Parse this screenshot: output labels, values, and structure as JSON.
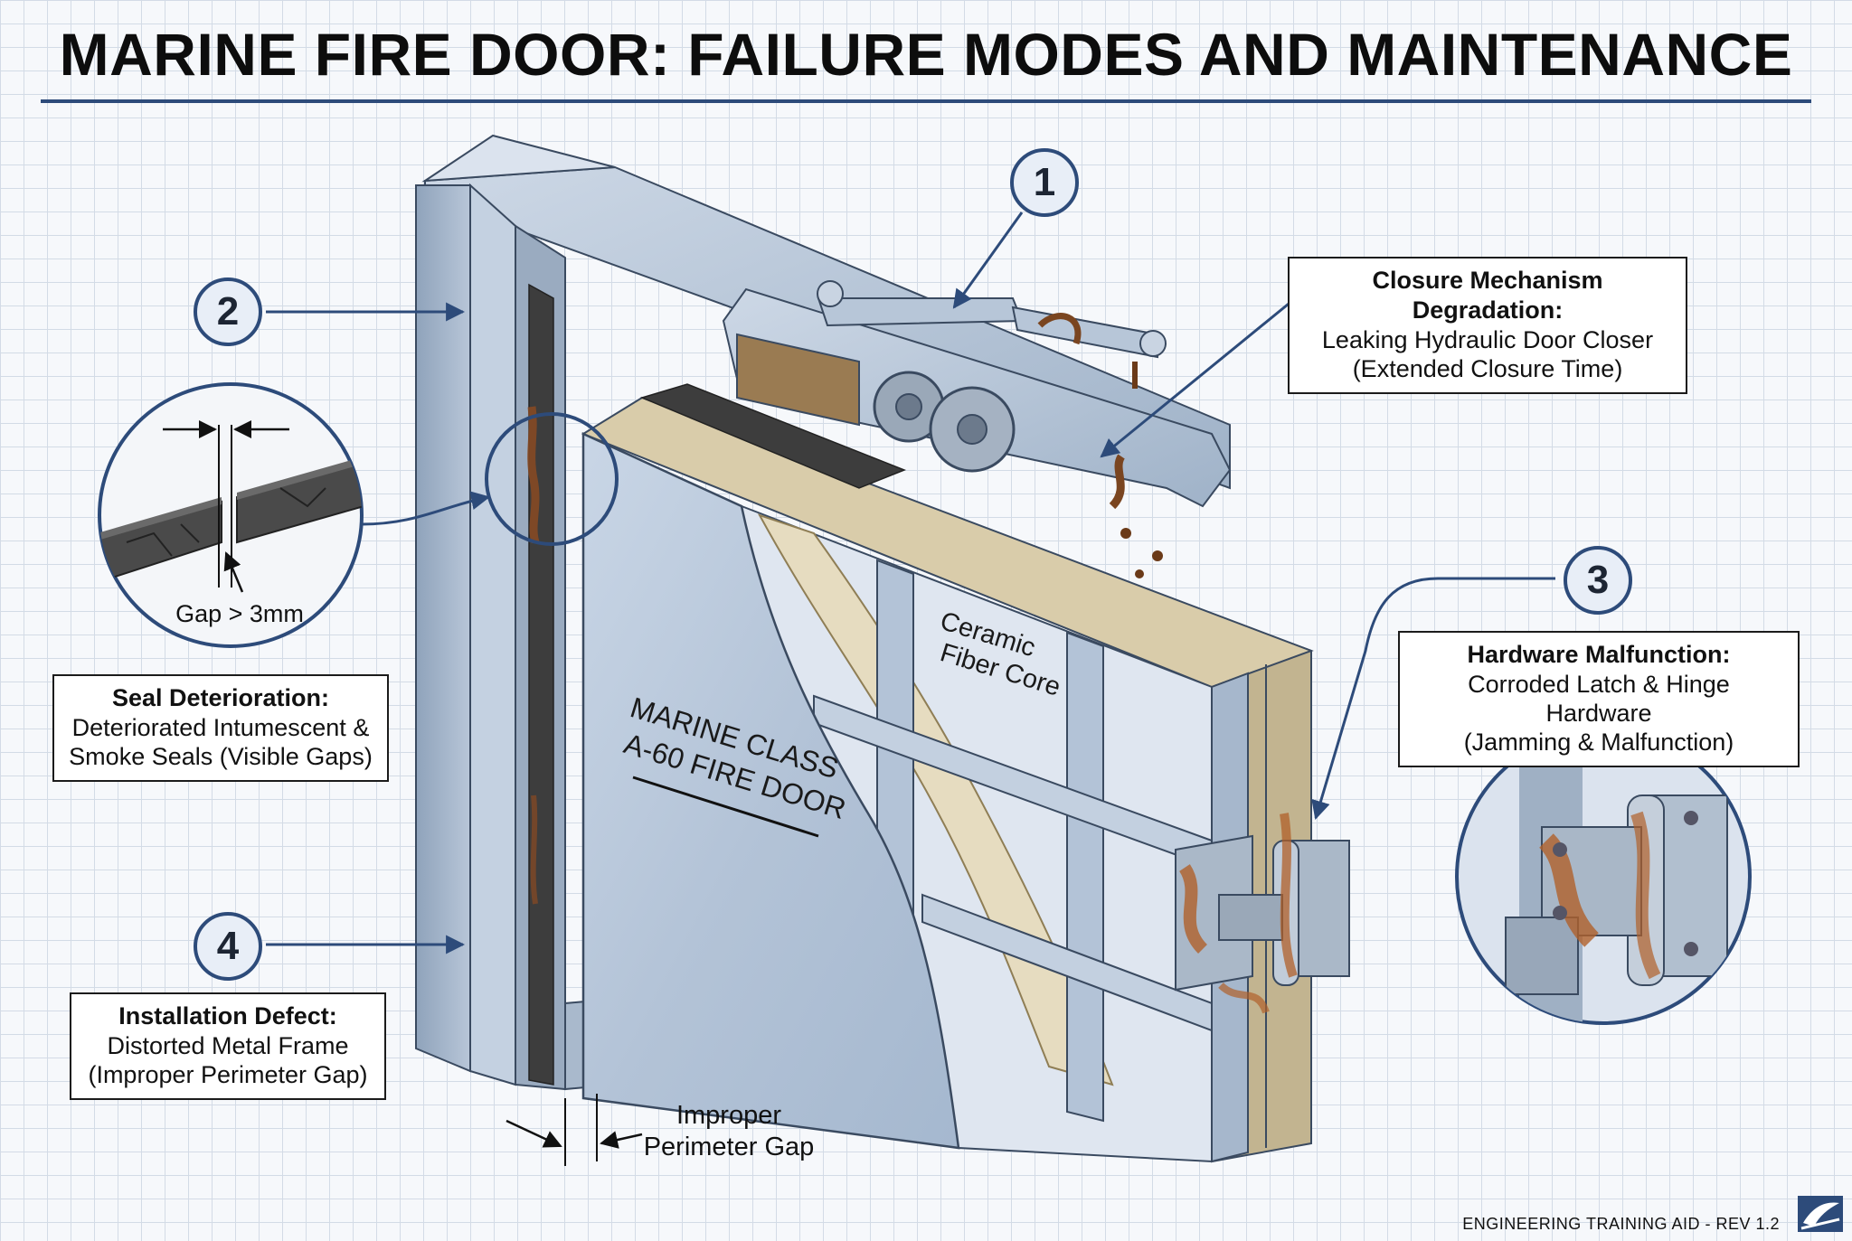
{
  "title": "MARINE FIRE DOOR: FAILURE MODES AND MAINTENANCE",
  "markers": [
    "1",
    "2",
    "3",
    "4"
  ],
  "callouts": {
    "closure": {
      "heading": "Closure Mechanism Degradation:",
      "lines": [
        "Leaking Hydraulic Door Closer",
        "(Extended Closure Time)"
      ]
    },
    "seal": {
      "heading": "Seal Deterioration:",
      "lines": [
        "Deteriorated Intumescent &",
        "Smoke Seals (Visible Gaps)"
      ]
    },
    "hardware": {
      "heading": "Hardware Malfunction:",
      "lines": [
        "Corroded Latch & Hinge Hardware",
        "(Jamming & Malfunction)"
      ]
    },
    "installation": {
      "heading": "Installation Defect:",
      "lines": [
        "Distorted Metal Frame",
        "(Improper Perimeter Gap)"
      ]
    }
  },
  "labels": {
    "gap": "Gap > 3mm",
    "core": [
      "Ceramic",
      "Fiber Core"
    ],
    "door": [
      "MARINE CLASS",
      "A-60 FIRE DOOR"
    ],
    "perimeter": [
      "Improper",
      "Perimeter Gap"
    ]
  },
  "footer": "ENGINEERING TRAINING AID - REV 1.2",
  "colors": {
    "accent": "#2d4b7a",
    "steel": "#b7c6d8",
    "rust": "#a0562a",
    "insulation": "#e6dcc0"
  }
}
